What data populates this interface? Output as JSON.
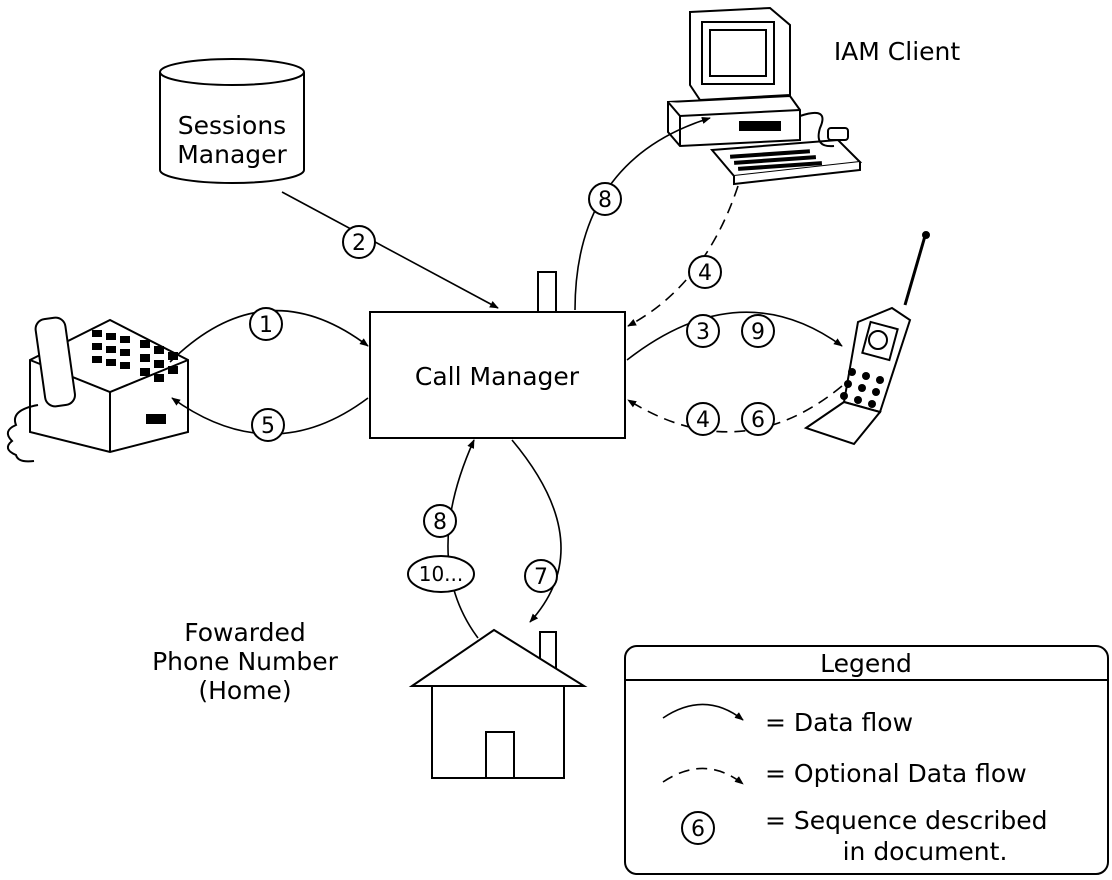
{
  "nodes": {
    "call_manager": "Call Manager",
    "sessions_manager": [
      "Sessions",
      "Manager"
    ],
    "iam_client": "IAM Client",
    "forwarded_number": [
      "Fowarded",
      "Phone Number",
      "(Home)"
    ]
  },
  "sequence_markers": {
    "s1": "1",
    "s2": "2",
    "s3": "3",
    "s4a": "4",
    "s4b": "4",
    "s5": "5",
    "s6": "6",
    "s7": "7",
    "s8a": "8",
    "s8b": "8",
    "s9": "9",
    "s10": "10..."
  },
  "legend": {
    "title": "Legend",
    "data_flow": "= Data flow",
    "optional_flow": "= Optional Data flow",
    "sequence_symbol": "6",
    "sequence_line1": "= Sequence described",
    "sequence_line2": "in document."
  },
  "icons": {
    "database": "database-cylinder-icon",
    "desk_phone": "desk-phone-icon",
    "mobile_phone": "mobile-phone-icon",
    "computer": "desktop-computer-icon",
    "house": "house-icon"
  }
}
